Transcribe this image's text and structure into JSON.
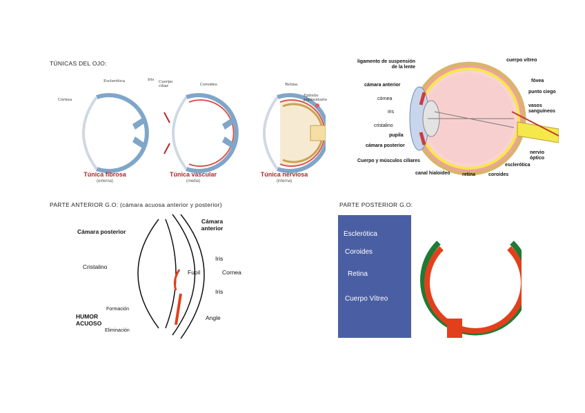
{
  "sections": {
    "tunicas_title": "TÚNICAS DEL OJO:",
    "anterior_title": "PARTE ANTERIOR G.O: (cámara acuosa anterior y posterior)",
    "posterior_title": "PARTE POSTERIOR G.O:"
  },
  "tunicas": {
    "fibrosa": {
      "caption": "Túnica fibrosa",
      "sub": "(externa)",
      "labels": {
        "esclerotica": "Esclerótica",
        "cornea": "Córnea"
      }
    },
    "vascular": {
      "caption": "Túnica vascular",
      "sub": "(media)",
      "labels": {
        "iris": "Iris",
        "cuerpo_ciliar": "Cuerpo ciliar",
        "coroides": "Coroides"
      }
    },
    "nerviosa": {
      "caption": "Túnica nerviosa",
      "sub": "(interna)",
      "labels": {
        "retina": "Retina",
        "epitelio": "Epitelio pigmentario"
      }
    }
  },
  "eye_anatomy": {
    "labels": {
      "ligamento": "ligamento de suspensión de la lente",
      "camara_anterior": "cámara anterior",
      "cornea": "córnea",
      "iris": "iris",
      "cristalino": "cristalino",
      "pupila": "pupila",
      "camara_posterior": "cámara posterior",
      "cuerpo_musculos": "Cuerpo y músculos ciliares",
      "canal_hialoideo": "canal hialoideo",
      "retina": "retina",
      "coroides": "coroides",
      "esclerotica": "esclerótica",
      "nervio_optico": "nervio óptico",
      "vasos": "vasos sanguíneos",
      "punto_ciego": "punto ciego",
      "fovea": "fóvea",
      "cuerpo_vitreo": "cuerpo vítreo"
    }
  },
  "anterior": {
    "labels": {
      "camara_posterior": "Cámara posterior",
      "camara_anterior": "Cámara anterior",
      "cristalino": "Cristalino",
      "iris_top": "Iris",
      "fupil": "Fupil",
      "cornea": "Cornea",
      "iris_bottom": "Iris",
      "formacion": "Formación",
      "humor": "HUMOR ACUOSO",
      "angle": "Angle",
      "eliminacion": "Eliminación"
    }
  },
  "posterior": {
    "labels": {
      "esclerotica": "Esclerótica",
      "coroides": "Coroides",
      "retina": "Retina",
      "vitreo": "Cuerpo Vítreo"
    }
  },
  "colors": {
    "caption_red": "#b0262a",
    "sclera_blue": "#7fa6c9",
    "choroid_red": "#d9534f",
    "retina_orange": "#e2401c",
    "sclera_green": "#1f7a34",
    "panel_blue": "#4a5fa3"
  }
}
